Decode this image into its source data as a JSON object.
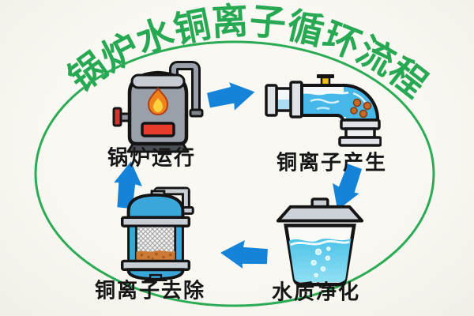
{
  "title": {
    "text": "锅炉水铜离子循环流程"
  },
  "stages": [
    {
      "name": "boiler-operation",
      "label": "锅炉运行",
      "icon": "boiler-icon"
    },
    {
      "name": "copper-ion-generation",
      "label": "铜离子产生",
      "icon": "water-pipe-icon"
    },
    {
      "name": "water-purification",
      "label": "水质净化",
      "icon": "water-beaker-icon"
    },
    {
      "name": "copper-ion-removal",
      "label": "铜离子去除",
      "icon": "filter-vessel-icon"
    }
  ],
  "arrows": [
    {
      "name": "arrow-boiler-to-generation",
      "direction": "right"
    },
    {
      "name": "arrow-generation-to-purification",
      "direction": "down"
    },
    {
      "name": "arrow-purification-to-removal",
      "direction": "left"
    },
    {
      "name": "arrow-removal-to-boiler",
      "direction": "up"
    }
  ],
  "colors": {
    "title_green": "#27a852",
    "ellipse_green": "#2cab55",
    "arrow_blue": "#1583d8",
    "label_text": "#161616",
    "background": "#f7f5ef"
  }
}
